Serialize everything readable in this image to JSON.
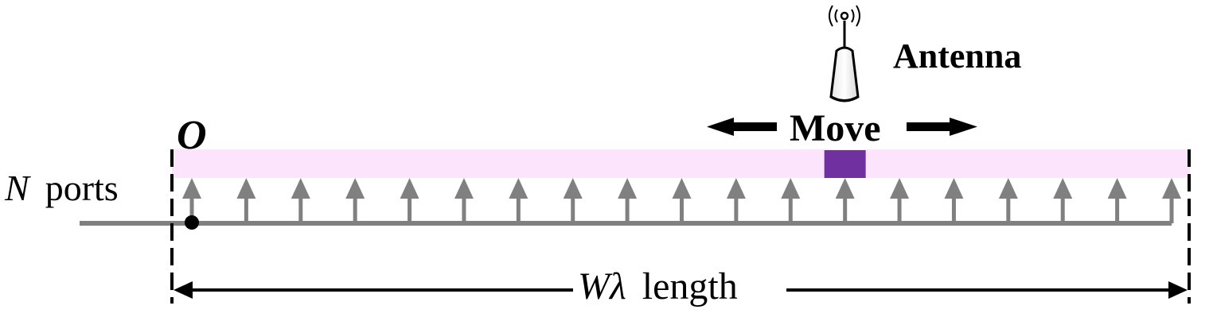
{
  "diagram": {
    "antenna_label": "Antenna",
    "move_label": "Move",
    "origin_label": "O",
    "ports_variable": "N",
    "ports_word": "ports",
    "length_variable": "Wλ",
    "length_word": "length",
    "port_count": 19,
    "active_port_index": 12,
    "colors": {
      "track": "#808080",
      "band": "#fce4fc",
      "active_port": "#7030a0",
      "arrow": "#808080",
      "black": "#000000"
    },
    "icons": [
      "antenna-icon",
      "move-left-arrow-icon",
      "move-right-arrow-icon",
      "origin-dot-icon"
    ]
  }
}
